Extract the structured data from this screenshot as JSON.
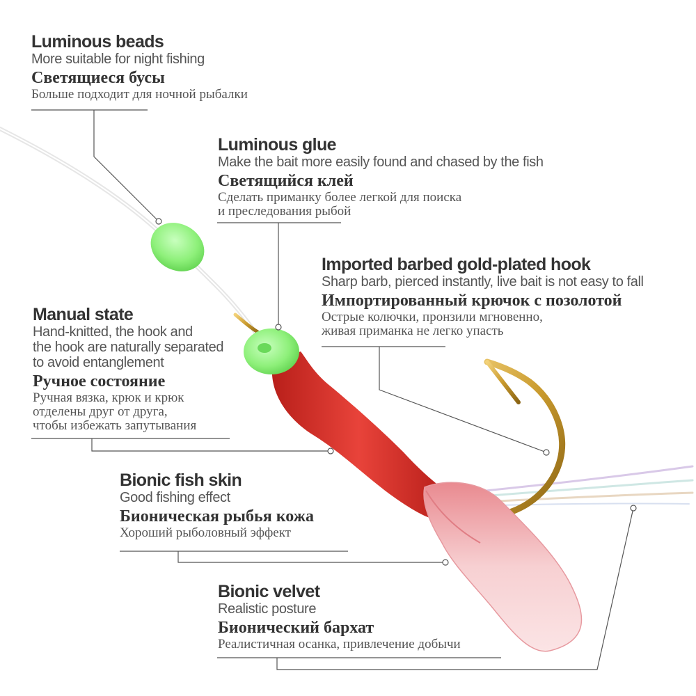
{
  "colors": {
    "line": "#555555",
    "bead": "#8ef07a",
    "skin": "#e0302a",
    "hook": "#c99a2e",
    "velvet": "#f6c4c6"
  },
  "callouts": {
    "beads": {
      "en_title": "Luminous beads",
      "en_desc": "More suitable for night fishing",
      "ru_title": "Светящиеся бусы",
      "ru_desc": "Больше подходит для ночной рыбалки"
    },
    "glue": {
      "en_title": "Luminous glue",
      "en_desc": "Make the bait more easily found and chased by the fish",
      "ru_title": "Светящийся клей",
      "ru_desc_1": "Сделать приманку более легкой для поиска",
      "ru_desc_2": "и преследования рыбой"
    },
    "hook": {
      "en_title": "Imported barbed gold-plated hook",
      "en_desc": "Sharp barb, pierced instantly, live bait is not easy to fall",
      "ru_title": "Импортированный крючок с позолотой",
      "ru_desc_1": "Острые колючки, пронзили мгновенно,",
      "ru_desc_2": "живая приманка не легко упасть"
    },
    "manual": {
      "en_title": "Manual state",
      "en_desc_1": "Hand-knitted, the hook and",
      "en_desc_2": "the hook are naturally separated",
      "en_desc_3": "to avoid entanglement",
      "ru_title": "Ручное состояние",
      "ru_desc_1": "Ручная вязка, крюк и крюк",
      "ru_desc_2": "отделены друг от друга,",
      "ru_desc_3": "чтобы избежать запутывания"
    },
    "skin": {
      "en_title": "Bionic fish skin",
      "en_desc": "Good fishing effect",
      "ru_title": "Бионическая рыбья кожа",
      "ru_desc": "Хороший рыболовный эффект"
    },
    "velvet": {
      "en_title": "Bionic velvet",
      "en_desc": "Realistic posture",
      "ru_title": "Бионический бархат",
      "ru_desc": "Реалистичная осанка, привлечение добычи"
    }
  }
}
